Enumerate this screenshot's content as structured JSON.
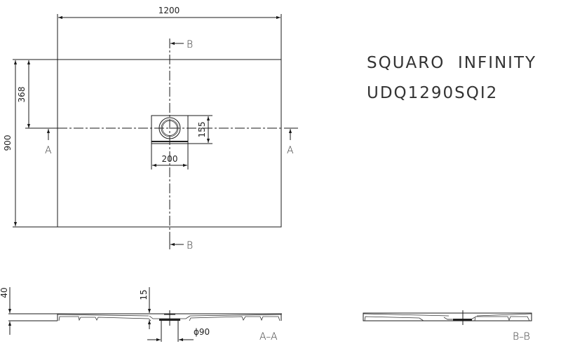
{
  "title": {
    "product_name": "SQUARO  INFINITY",
    "model_code": "UDQ1290SQI2"
  },
  "plan_view": {
    "width_dim": "1200",
    "depth_dim": "900",
    "drain_offset_dim": "368",
    "drain_width_dim": "200",
    "drain_height_dim": "155",
    "section_marks": {
      "b_top": "B",
      "b_bottom": "B",
      "a_left": "A",
      "a_right": "A"
    }
  },
  "section_a": {
    "label": "A–A",
    "height_dim": "40",
    "drain_depth_dim": "15",
    "drain_diameter_dim": "ϕ90"
  },
  "section_b": {
    "label": "B–B"
  }
}
